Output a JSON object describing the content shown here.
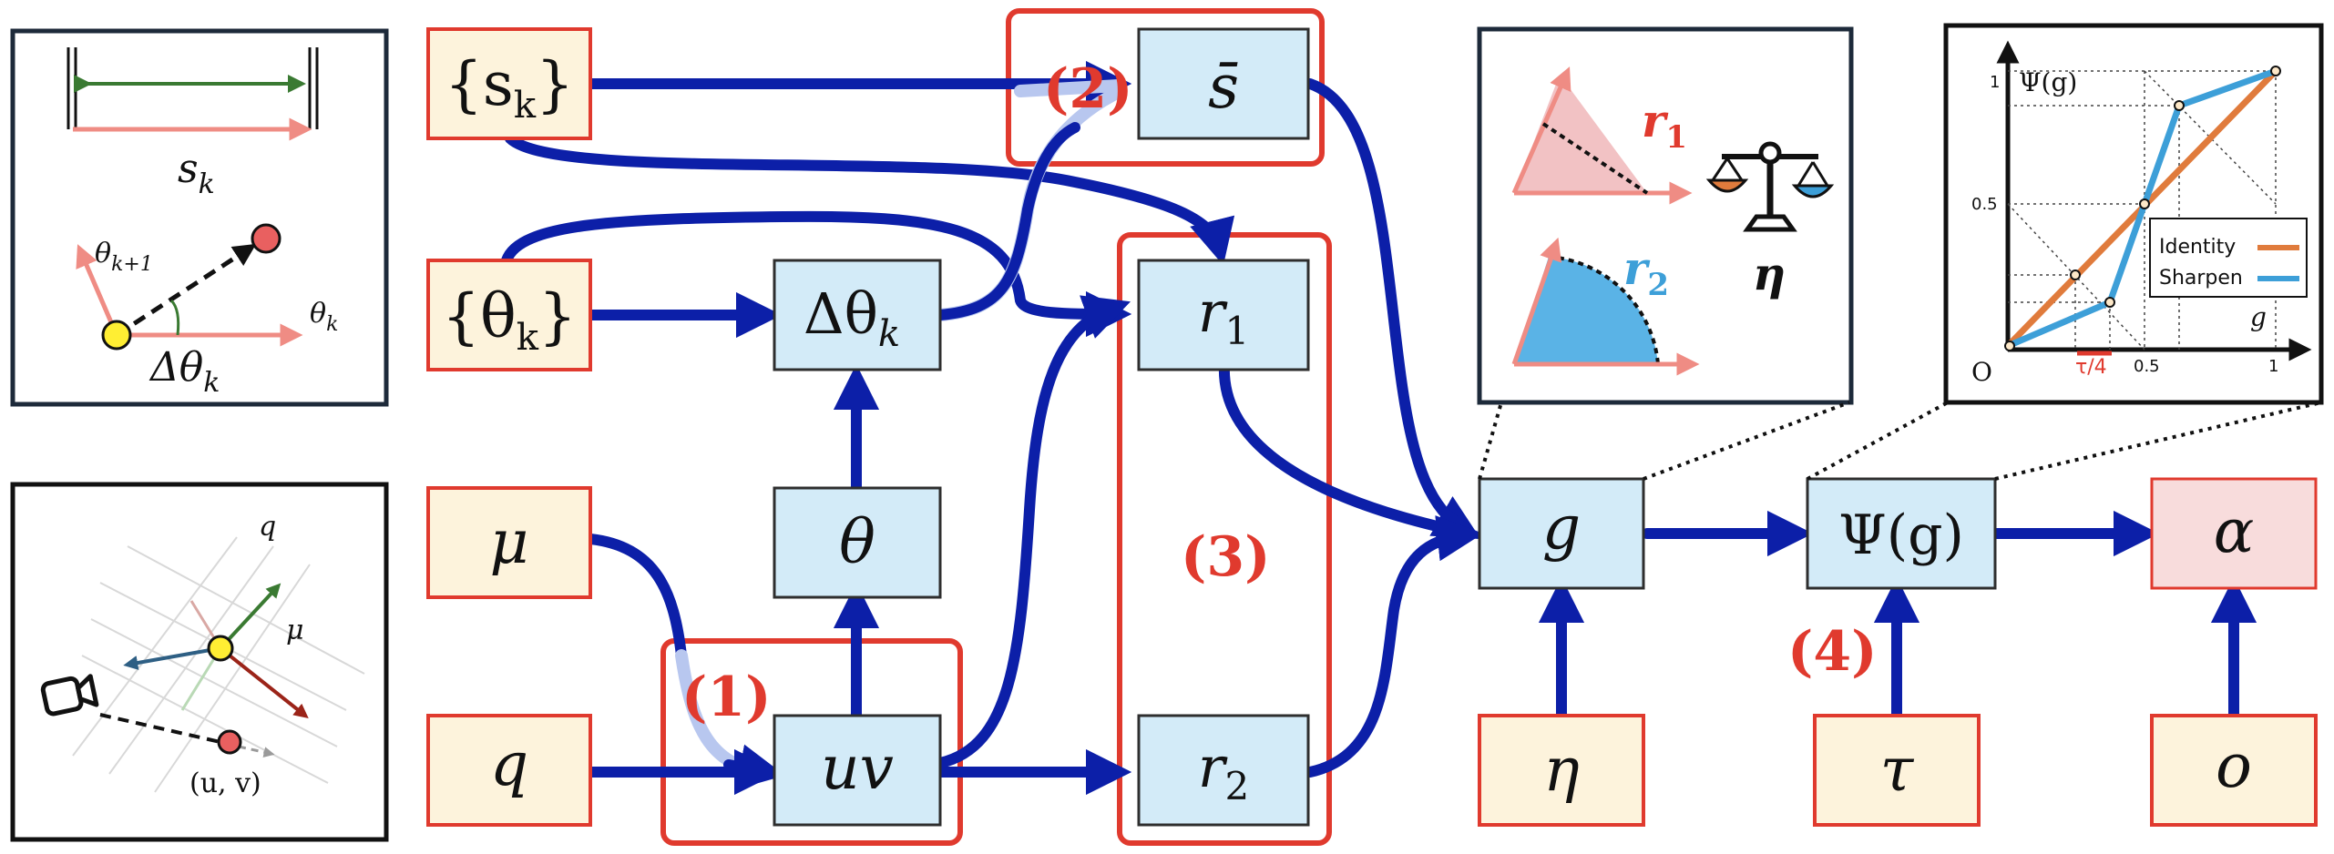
{
  "nodes": {
    "s_k": "{s",
    "s_k_sub": "k",
    "s_k_close": "}",
    "theta_k": "{θ",
    "theta_k_sub": "k",
    "theta_k_close": "}",
    "mu": "μ",
    "q": "q",
    "s_bar": "s̄",
    "delta_theta_k": "Δθ",
    "delta_theta_k_sub": "k",
    "theta": "θ",
    "uv": "uv",
    "r1": "r",
    "r1_sub": "1",
    "r2": "r",
    "r2_sub": "2",
    "g": "g",
    "eta": "η",
    "psi_g": "Ψ(g)",
    "tau": "τ",
    "alpha": "α",
    "o": "o"
  },
  "step_labels": {
    "step1": "(1)",
    "step2": "(2)",
    "step3": "(3)",
    "step4": "(4)"
  },
  "inset_segment": {
    "s_k": "s",
    "s_k_sub": "k",
    "theta_k1": "θ",
    "theta_k1_sub": "k+1",
    "theta_k": "θ",
    "theta_k_sub": "k",
    "delta_theta": "Δθ",
    "delta_theta_sub": "k"
  },
  "inset_projection": {
    "q": "q",
    "mu": "μ",
    "uv": "(u, v)"
  },
  "inset_ratio": {
    "r1": "r",
    "r1_sub": "1",
    "r2": "r",
    "r2_sub": "2",
    "eta": "η"
  },
  "inset_plot": {
    "y_label": "Ψ(g)",
    "x_label": "g",
    "origin": "O",
    "tick_y_1": "1",
    "tick_y_05": "0.5",
    "tick_x_05": "0.5",
    "tick_x_1": "1",
    "tau_label": "τ/4",
    "legend_identity": "Identity",
    "legend_sharpen": "Sharpen"
  },
  "colors": {
    "node_fill_input": "#fdf3dc",
    "node_stroke_input": "#e03a2e",
    "node_fill_blue": "#d3ebf8",
    "node_stroke_blue": "#2e2e2e",
    "node_fill_alpha": "#f8dcdc",
    "arrow": "#0c1fa8",
    "highlight": "#e03a2e",
    "identity": "#e07b3c",
    "sharpen": "#3d9fd8"
  }
}
